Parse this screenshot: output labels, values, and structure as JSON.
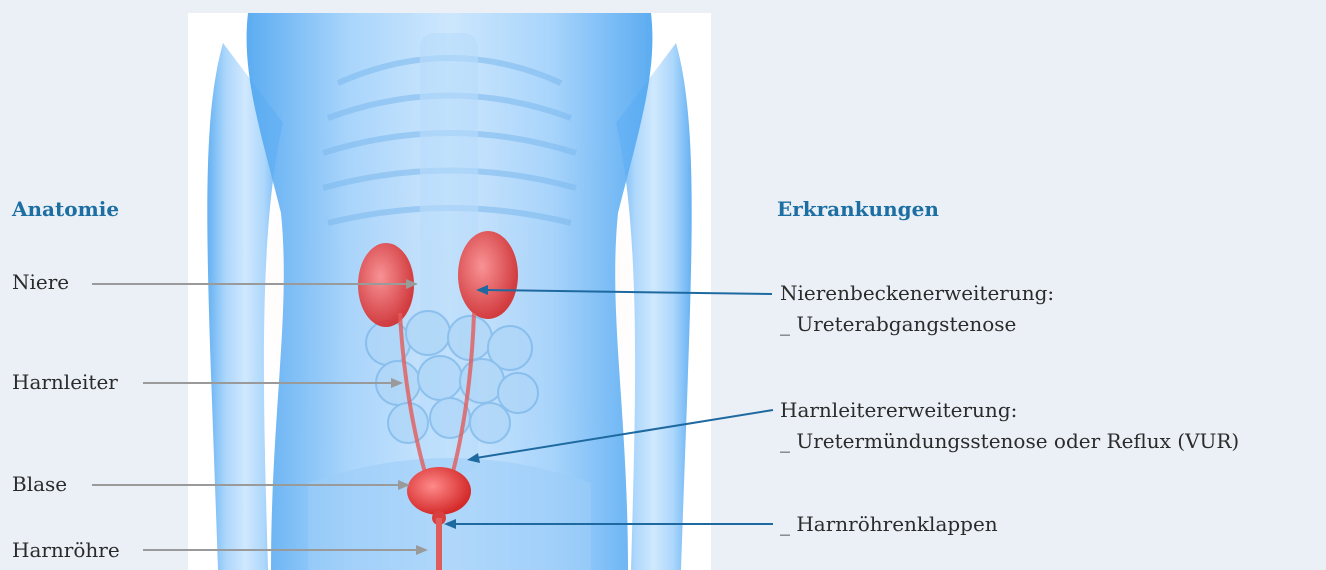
{
  "anatomy": {
    "heading": "Anatomie",
    "labels": [
      "Niere",
      "Harnleiter",
      "Blase",
      "Harnröhre"
    ]
  },
  "diseases": {
    "heading": "Erkrankungen",
    "items": [
      {
        "line1": "Nierenbeckenerweiterung:",
        "line2": "_ Ureterabgangstenose"
      },
      {
        "line1": "Harnleitererweiterung:",
        "line2": "_ Uretermündungsstenose oder Reflux (VUR)"
      },
      {
        "line1": "_ Harnröhrenklappen"
      }
    ]
  },
  "colors": {
    "heading": "#1d6fa3",
    "anatomy_line": "#9a9a9a",
    "disease_line": "#1e6aa0",
    "background": "#eaf0f6",
    "organ": "#e23a3a"
  }
}
